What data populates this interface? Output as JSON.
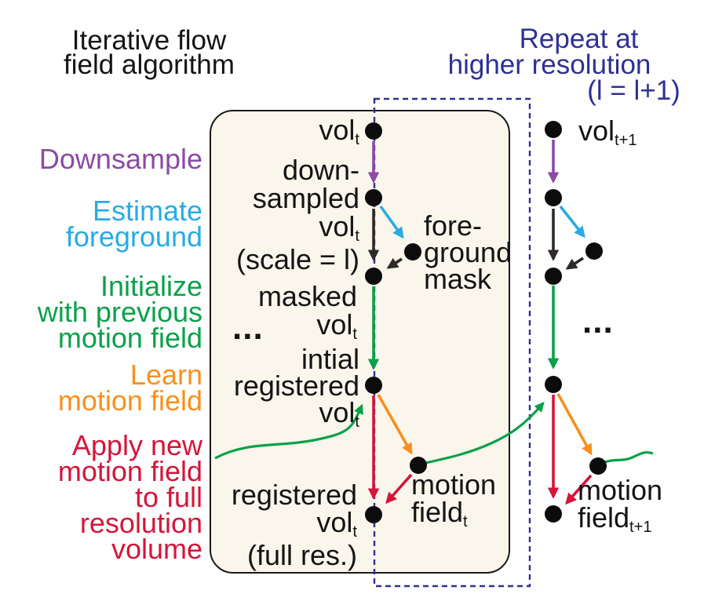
{
  "title": {
    "lines": [
      "Iterative flow",
      "field algorithm"
    ]
  },
  "repeat_note": {
    "lines": [
      "Repeat at",
      "higher resolution",
      "(l = l+1)"
    ]
  },
  "steps": [
    {
      "lines": [
        "Downsample"
      ],
      "color": "#8c4aa5"
    },
    {
      "lines": [
        "Estimate",
        "foreground"
      ],
      "color": "#29abe2"
    },
    {
      "lines": [
        "Initialize",
        "with previous",
        "motion field"
      ],
      "color": "#0ca04a"
    },
    {
      "lines": [
        "Learn",
        "motion field"
      ],
      "color": "#f7901e"
    },
    {
      "lines": [
        "Apply new",
        "motion field",
        "to full",
        "resolution",
        "volume"
      ],
      "color": "#d5153b"
    }
  ],
  "box": {
    "vol_t": {
      "base": "vol",
      "sub": "t"
    },
    "downsampled": {
      "lines": [
        "down-",
        "sampled"
      ],
      "vol": {
        "base": "vol",
        "sub": "t"
      },
      "scale_note": "(scale = l)"
    },
    "foreground_mask": {
      "lines": [
        "fore-",
        "ground",
        "mask"
      ]
    },
    "masked": {
      "label": "masked",
      "vol": {
        "base": "vol",
        "sub": "t"
      }
    },
    "ellipsis": "...",
    "initial_registered": {
      "lines": [
        "intial",
        "registered"
      ],
      "vol": {
        "base": "vol",
        "sub": "t"
      }
    },
    "motion_field": {
      "label": "motion",
      "field": {
        "base": "field",
        "sub": "t"
      }
    },
    "registered_full": {
      "label": "registered",
      "vol": {
        "base": "vol",
        "sub": "t"
      },
      "full_res_note": "(full res.)"
    }
  },
  "next_iteration": {
    "vol_t1": {
      "base": "vol",
      "sub": "t+1"
    },
    "ellipsis": "...",
    "motion_field_t1": {
      "label": "motion",
      "field": {
        "base": "field",
        "sub": "t+1"
      }
    }
  },
  "colors": {
    "downsample_arrow": "#8c4aa5",
    "estimate_foreground_arrow": "#29abe2",
    "initialize_arrow": "#0ca04a",
    "learn_arrow": "#f7901e",
    "apply_arrow": "#d5153b",
    "data_flow_arrow": "#2e2a28",
    "node_fill": "#0c0c0c",
    "repeat_dashed_border": "#2e3192",
    "panel_fill": "#faf6ec",
    "panel_border": "#1a1a1a"
  }
}
